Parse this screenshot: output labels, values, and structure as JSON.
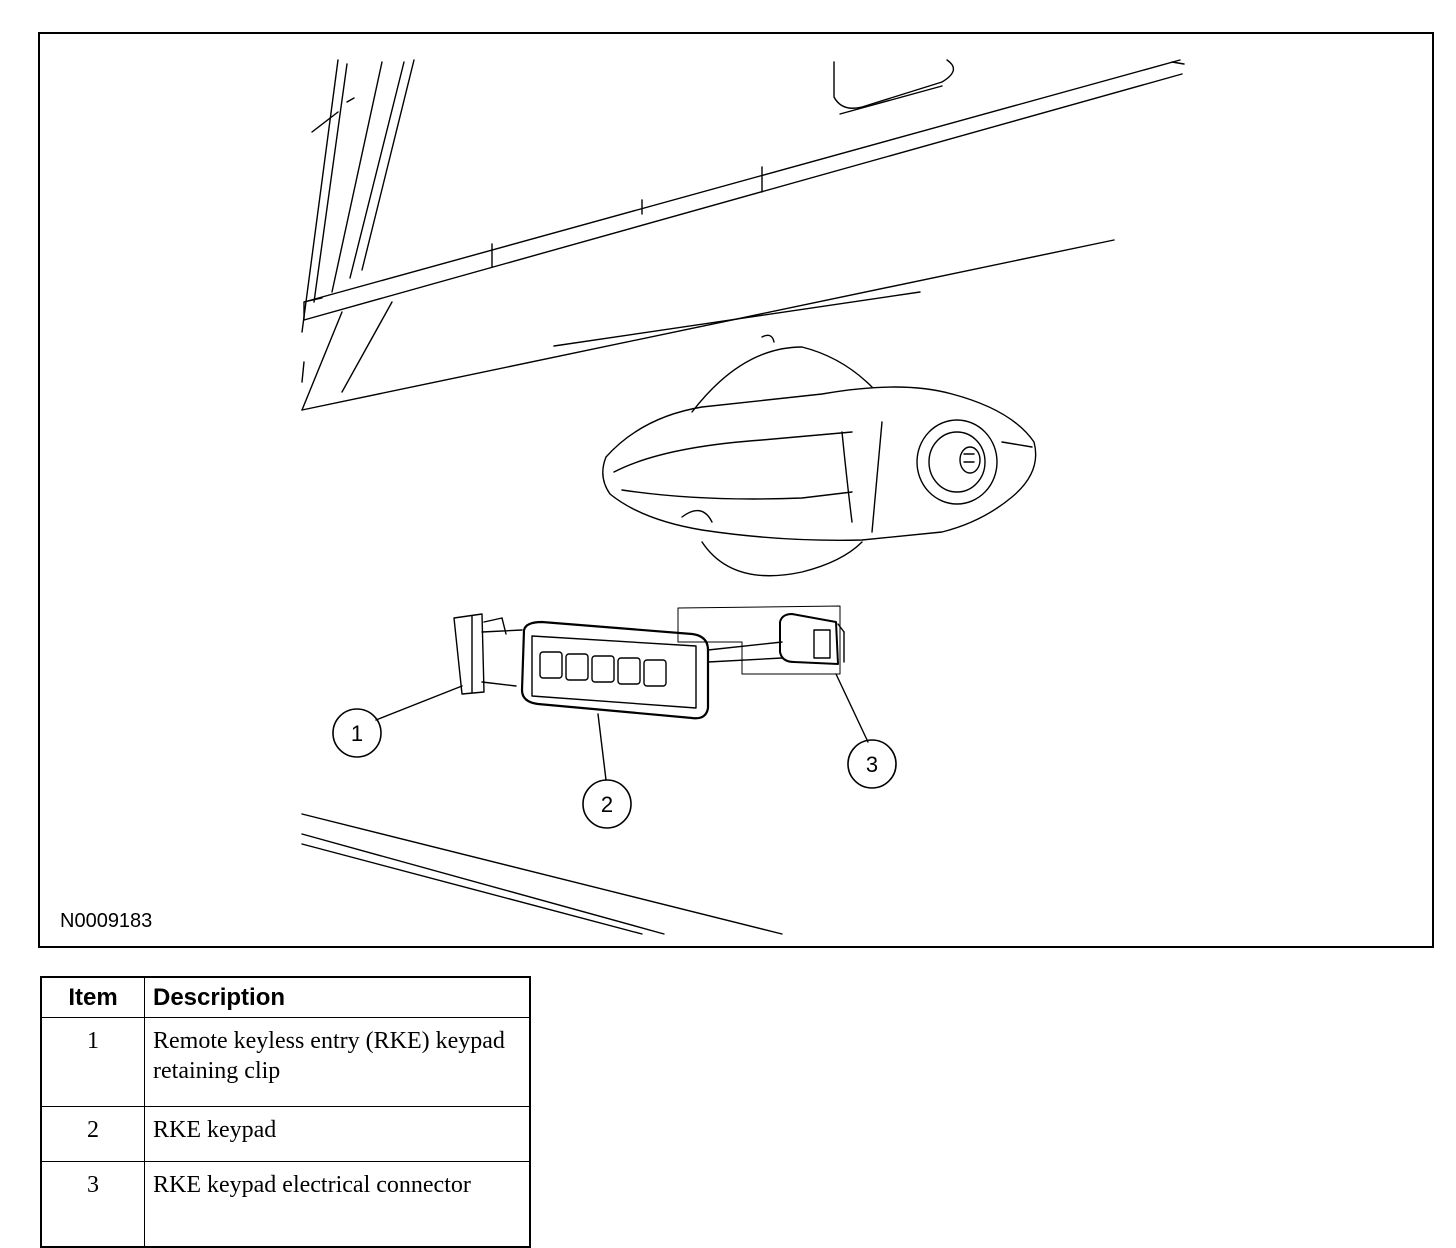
{
  "figure": {
    "id_label": "N0009183",
    "callouts": [
      "1",
      "2",
      "3"
    ]
  },
  "legend": {
    "headers": {
      "item": "Item",
      "description": "Description"
    },
    "rows": [
      {
        "item": "1",
        "description": "Remote keyless entry (RKE) keypad retaining clip"
      },
      {
        "item": "2",
        "description": "RKE keypad"
      },
      {
        "item": "3",
        "description": "RKE keypad electrical connector"
      }
    ]
  }
}
